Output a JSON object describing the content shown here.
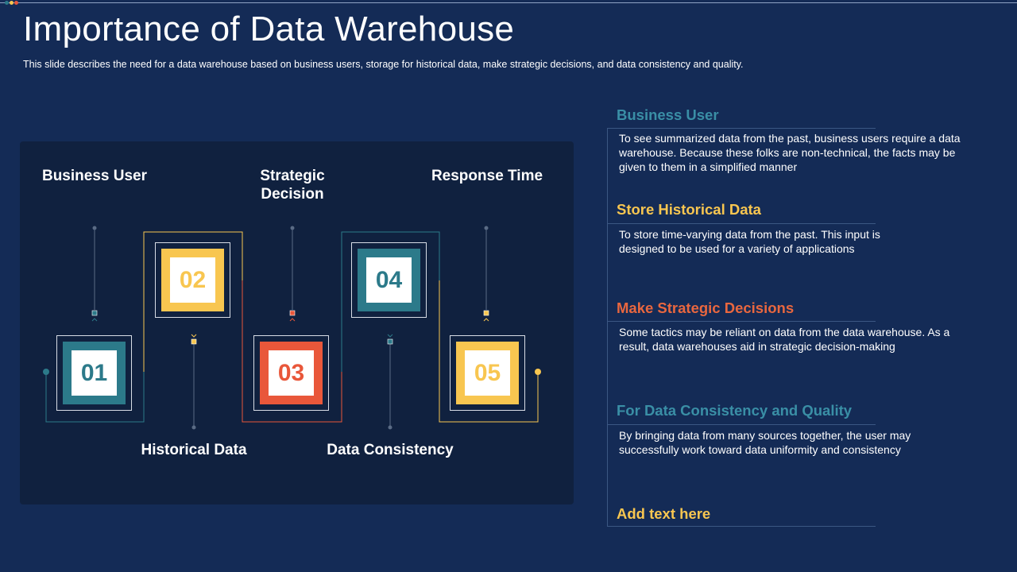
{
  "slide": {
    "title": "Importance of Data Warehouse",
    "subtitle": "This slide describes the need for a data warehouse based on business users, storage for historical data, make strategic decisions, and data consistency and quality."
  },
  "colors": {
    "teal": "#2c7a8a",
    "yellow": "#f8c650",
    "orange": "#e9573a",
    "background": "#142b56",
    "panel": "#10213f"
  },
  "diagram": {
    "steps": [
      {
        "number": "01",
        "label": "Business User",
        "color": "#2c7a8a"
      },
      {
        "number": "02",
        "label": "Historical Data",
        "color": "#f8c650"
      },
      {
        "number": "03",
        "label": "Strategic Decision",
        "color": "#e9573a"
      },
      {
        "number": "04",
        "label": "Data Consistency",
        "color": "#2c7a8a"
      },
      {
        "number": "05",
        "label": "Response Time",
        "color": "#f8c650"
      }
    ]
  },
  "sections": [
    {
      "title": "Business User",
      "text": "To see summarized data from the past, business users require a data warehouse. Because these folks are non-technical, the facts may be given to them in a simplified manner",
      "color": "#3a8fa6"
    },
    {
      "title": "Store Historical Data",
      "text": "To store time-varying data from the past. This input is designed to be used for a variety of applications",
      "color": "#f8c650"
    },
    {
      "title": "Make Strategic Decisions",
      "text": "Some tactics may be reliant on data from the data warehouse. As a result, data warehouses aid in strategic decision-making",
      "color": "#e9673f"
    },
    {
      "title": "For Data Consistency and Quality",
      "text": "By bringing data from many sources together, the user may successfully work toward data uniformity and consistency",
      "color": "#3a8fa6"
    },
    {
      "title": "Add text here",
      "text": "",
      "color": "#f8c650"
    }
  ]
}
